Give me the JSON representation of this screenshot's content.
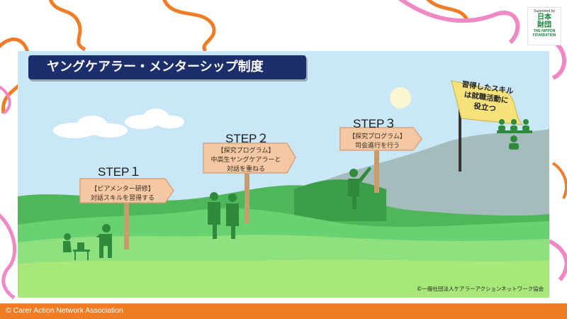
{
  "title": "ヤングケアラー・メンターシップ制度",
  "logo": {
    "supported_by": "Supported by",
    "kanji_line1": "日本",
    "kanji_line2": "財団",
    "english_line1": "THE NIPPON",
    "english_line2": "FOUNDATION"
  },
  "steps": [
    {
      "label": "STEP１",
      "sign_line1": "【ピアメンター研修】",
      "sign_line2": "対話スキルを習得する",
      "sign_line3": ""
    },
    {
      "label": "STEP２",
      "sign_line1": "【探究プログラム】",
      "sign_line2": "中高生ヤングケアラーと",
      "sign_line3": "対話を重ねる"
    },
    {
      "label": "STEP３",
      "sign_line1": "【探究プログラム】",
      "sign_line2": "司会進行を行う",
      "sign_line3": ""
    }
  ],
  "flag": {
    "line1": "習得したスキル",
    "line2": "は就職活動に",
    "line3": "役立つ"
  },
  "credit": "©一般社団法人ケアラーアクションネットワーク協会",
  "footer": "© Carer Action Network Association",
  "colors": {
    "title_bg": "#1c2e6b",
    "footer_bg": "#f07d26",
    "sky": "#c9e7f7",
    "hill_green": "#5cc86a",
    "figure_green": "#2f8a3c"
  }
}
